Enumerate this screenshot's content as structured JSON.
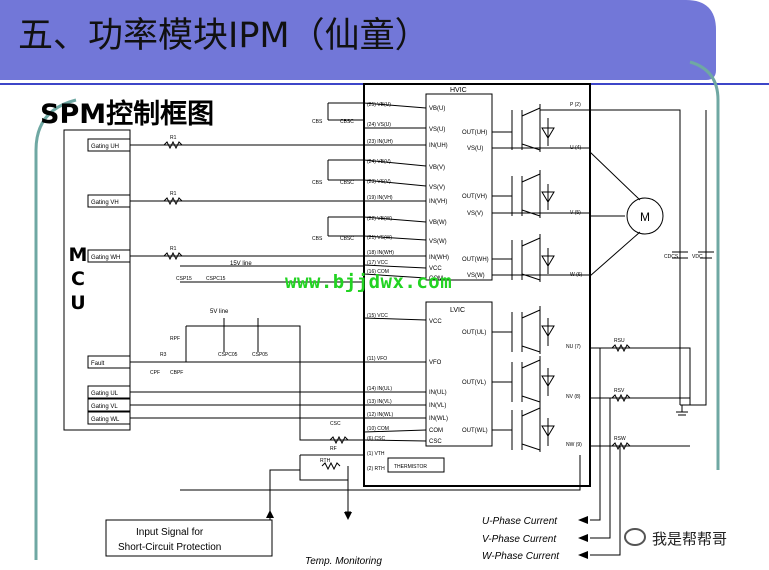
{
  "slide": {
    "title": "五、功率模块IPM（仙童）",
    "subtitle": "SPM控制框图",
    "watermark": "www.bjjdwx.com",
    "brand": "我是帮帮哥",
    "colors": {
      "title_band": "#7277d8",
      "accent_line": "#3d46c8",
      "frame": "#6fa8a3",
      "watermark": "#22d322"
    }
  },
  "mcu": {
    "letters": [
      "M",
      "C",
      "U"
    ],
    "pins_top": [
      "Gating UH",
      "Gating VH",
      "Gating WH"
    ],
    "pins_bottom": [
      "Fault",
      "Gating UL",
      "Gating VL",
      "Gating WL"
    ]
  },
  "hvic": {
    "label": "HVIC",
    "pins": [
      "VB(U)",
      "VS(U)",
      "IN(UH)",
      "VB(V)",
      "VS(V)",
      "IN(VH)",
      "VB(W)",
      "VS(W)",
      "IN(WH)",
      "VCC",
      "COM"
    ],
    "outputs": [
      "OUT(UH)",
      "VS(U)",
      "OUT(VH)",
      "VS(V)",
      "OUT(WH)",
      "VS(W)"
    ],
    "pin_numbers": [
      "(25) VB(U)",
      "(24) VS(U)",
      "(23) IN(UH)",
      "(24) VB(V)",
      "(23) VS(V)",
      "(19) IN(VH)",
      "(22) VB(W)",
      "(21) VS(W)",
      "(18) IN(WH)",
      "(17) VCC",
      "(16) COM"
    ]
  },
  "lvic": {
    "label": "LVIC",
    "pins": [
      "VCC",
      "VFO",
      "IN(UL)",
      "IN(VL)",
      "IN(WL)",
      "COM",
      "CSC"
    ],
    "outputs": [
      "OUT(UL)",
      "OUT(VL)",
      "OUT(WL)"
    ],
    "pin_numbers": [
      "(15) VCC",
      "(11) VFO",
      "(14) IN(UL)",
      "(13) IN(VL)",
      "(12) IN(WL)",
      "(10) COM",
      "(6) CSC",
      "(1) VTH",
      "(2) RTH"
    ]
  },
  "module_pins": [
    "P (2)",
    "U (4)",
    "V (5)",
    "W (6)",
    "NU (7)",
    "NV (8)",
    "NW (9)"
  ],
  "components": {
    "line_15v": "15V line",
    "line_5v": "5V line",
    "thermistor": "THERMISTOR",
    "motor": "M",
    "c_dc": "CDCS",
    "v_dc": "VDC",
    "resistors": [
      "R1",
      "R1",
      "R1",
      "RPF",
      "R3",
      "RSU",
      "RSV",
      "RSW",
      "RTH",
      "RF"
    ],
    "capacitors": [
      "CBS",
      "CBSC",
      "CBS",
      "CBSC",
      "CBS",
      "CBSC",
      "CSP15",
      "CSPC15",
      "CPF",
      "CBPF",
      "CSPC05",
      "CSP05",
      "CSC"
    ]
  },
  "annotations": {
    "short_circuit": [
      "Input Signal for",
      "Short-Circuit Protection"
    ],
    "temp": "Temp. Monitoring",
    "currents": [
      "U-Phase Current",
      "V-Phase Current",
      "W-Phase Current"
    ]
  }
}
